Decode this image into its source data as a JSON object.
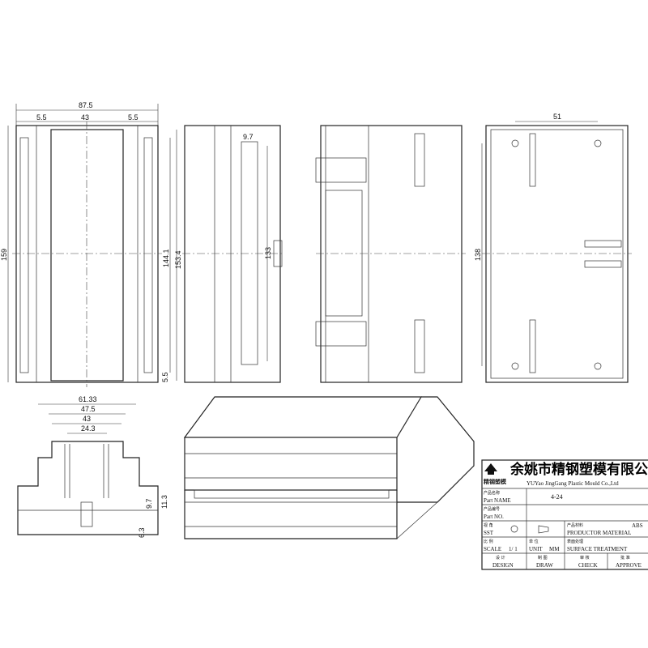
{
  "top_view": {
    "overall_width": "87.5",
    "left_margin": "5.5",
    "inner_width": "43",
    "right_margin": "5.5",
    "overall_length": "159",
    "inner_length": "144.1",
    "outer_length": "153.4",
    "bottom_margin": "5.5"
  },
  "side_view": {
    "vent_offset": "9.7",
    "vent_length": "133"
  },
  "bottom_view": {
    "hole_spacing_x": "51",
    "hole_spacing_y": "138"
  },
  "end_view": {
    "width_overall": "61.33",
    "width_mid": "47.5",
    "width_top": "43",
    "width_inner": "24.3",
    "height_a": "9.7",
    "height_b": "11.3",
    "height_c": "6.3"
  },
  "title_block": {
    "logo_text": "精钢塑模",
    "company_cn": "余姚市精钢塑模有限公司",
    "company_en": "YUYao JingGang Plastic Mould Co.,Ltd",
    "part_name_cn": "产品名称",
    "part_name_label": "Part NAME",
    "part_name_value": "4-24",
    "part_no_cn": "产品编号",
    "part_no_label": "Part NO.",
    "part_no_value": "",
    "sst_cn": "视 角",
    "sst_label": "SST",
    "material_cn": "产品材料",
    "material_label": "PRODUCTOR MATERIAL",
    "material_value": "ABS",
    "scale_cn": "比 例",
    "scale_label": "SCALE",
    "scale_value": "1/ 1",
    "unit_cn": "单 位",
    "unit_label": "UNIT",
    "unit_value": "MM",
    "surface_cn": "表面处理",
    "surface_label": "SURFACE TREATMENT",
    "design_cn": "设 计",
    "design_label": "DESIGN",
    "draw_cn": "制 图",
    "draw_label": "DRAW",
    "check_cn": "审 核",
    "check_label": "CHECK",
    "approve_cn": "批 准",
    "approve_label": "APPROVE"
  }
}
